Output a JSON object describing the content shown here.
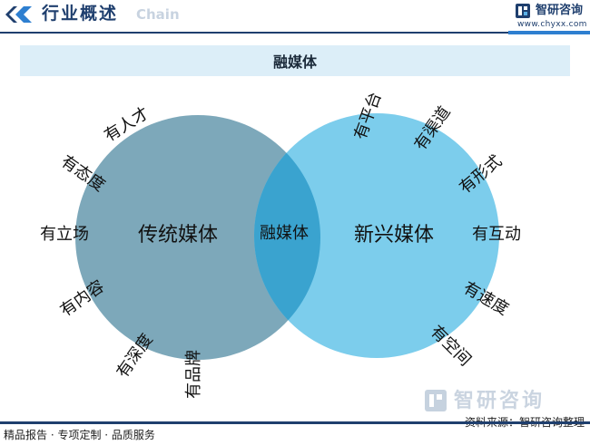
{
  "header": {
    "title": "行业概述",
    "subtitle_watermark": "Chain",
    "logo_name": "智研咨询",
    "logo_url": "www.chyxx.com"
  },
  "banner": {
    "title": "融媒体"
  },
  "venn": {
    "left_circle": {
      "label": "传统媒体",
      "color": "#6f9fb2"
    },
    "right_circle": {
      "label": "新兴媒体",
      "color": "#7ccdec"
    },
    "overlap": {
      "label": "融媒体",
      "color": "#3aa3cf"
    },
    "left_features": [
      "有人才",
      "有态度",
      "有立场",
      "有内容",
      "有深度",
      "有品牌"
    ],
    "right_features": [
      "有平台",
      "有渠道",
      "有形式",
      "有互动",
      "有速度",
      "有空间"
    ]
  },
  "footer": {
    "tagline": "精品报告 · 专项定制 · 品质服务",
    "source": "资料来源：智研咨询整理",
    "watermark": "智研咨询"
  },
  "colors": {
    "brand": "#1f3f6e",
    "accent_blue": "#2e7fd0",
    "banner_bg": "#dceef8"
  }
}
